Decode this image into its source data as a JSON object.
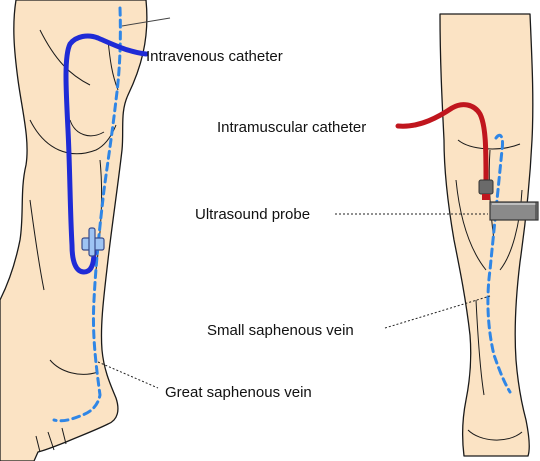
{
  "colors": {
    "skin": "#fbe3c4",
    "outline": "#1a1a1a",
    "iv_catheter": "#1f2bd6",
    "im_catheter": "#c0161e",
    "vein_dashes": "#2f86e6",
    "probe": "#8a8a8a",
    "text": "#111111"
  },
  "labels": {
    "intravenous_catheter": "Intravenous catheter",
    "intramuscular_catheter": "Intramuscular catheter",
    "ultrasound_probe": "Ultrasound probe",
    "small_saphenous_vein": "Small saphenous vein",
    "great_saphenous_vein": "Great saphenous vein"
  }
}
